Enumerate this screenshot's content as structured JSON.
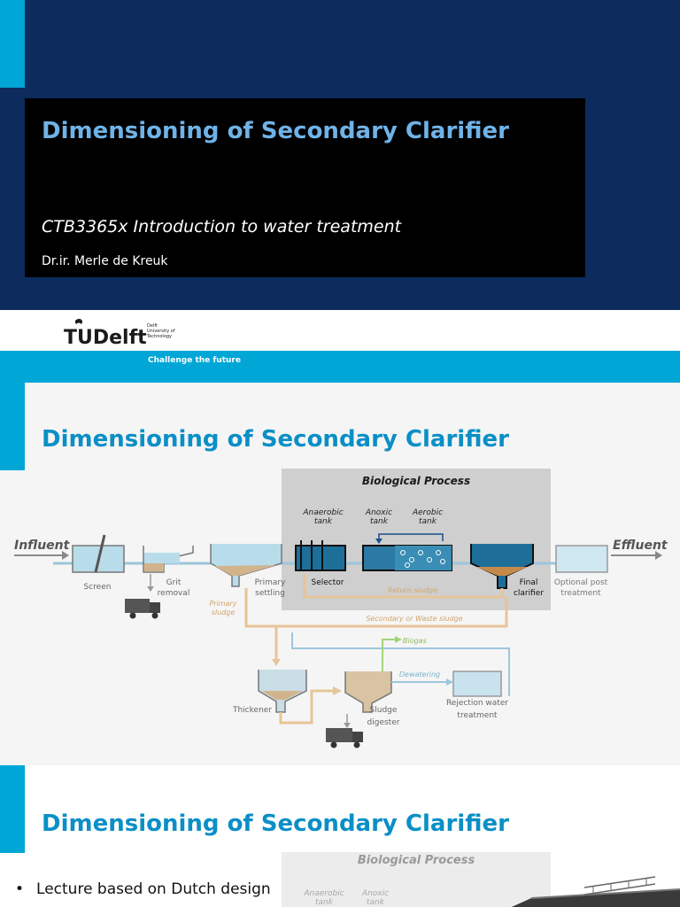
{
  "slide1": {
    "title": "Dimensioning of Secondary Clarifier",
    "subtitle": "CTB3365x Introduction to water treatment",
    "author": "Dr.ir. Merle de Kreuk",
    "logo": {
      "main": "TUDelft",
      "small_line1": "Delft",
      "small_line2": "University of",
      "small_line3": "Technology"
    },
    "tagline": "Challenge the future"
  },
  "slide2": {
    "title": "Dimensioning of Secondary Clarifier",
    "diagram": {
      "panel_title": "Biological Process",
      "influent": "Influent",
      "effluent": "Effluent",
      "anaerobic_l1": "Anaerobic",
      "anaerobic_l2": "tank",
      "anoxic_l1": "Anoxic",
      "anoxic_l2": "tank",
      "aerobic_l1": "Aerobic",
      "aerobic_l2": "tank",
      "screen": "Screen",
      "grit_l1": "Grit",
      "grit_l2": "removal",
      "primary_l1": "Primary",
      "primary_l2": "settling",
      "primary_sludge_l1": "Primary",
      "primary_sludge_l2": "sludge",
      "selector": "Selector",
      "final_l1": "Final",
      "final_l2": "clarifier",
      "optional_l1": "Optional post",
      "optional_l2": "treatment",
      "return_sludge": "Return sludge",
      "waste_sludge": "Secondary or Waste sludge",
      "biogas": "Biogas",
      "dewatering": "Dewatering",
      "thickener": "Thickener",
      "digester_l1": "Sludge",
      "digester_l2": "digester",
      "rejection_l1": "Rejection water",
      "rejection_l2": "treatment"
    }
  },
  "slide3": {
    "title": "Dimensioning of Secondary Clarifier",
    "bg_title": "Biological Process",
    "bg_anaerobic_l1": "Anaerobic",
    "bg_anaerobic_l2": "tank",
    "bg_anoxic_l1": "Anoxic",
    "bg_anoxic_l2": "tank",
    "bullet": "Lecture based on Dutch design"
  },
  "colors": {
    "tud_cyan": "#00a6d6",
    "navy": "#0d2b5c",
    "heading_blue": "#0a8fc6",
    "sludge": "#d2b48c",
    "water": "#8fc8df"
  }
}
